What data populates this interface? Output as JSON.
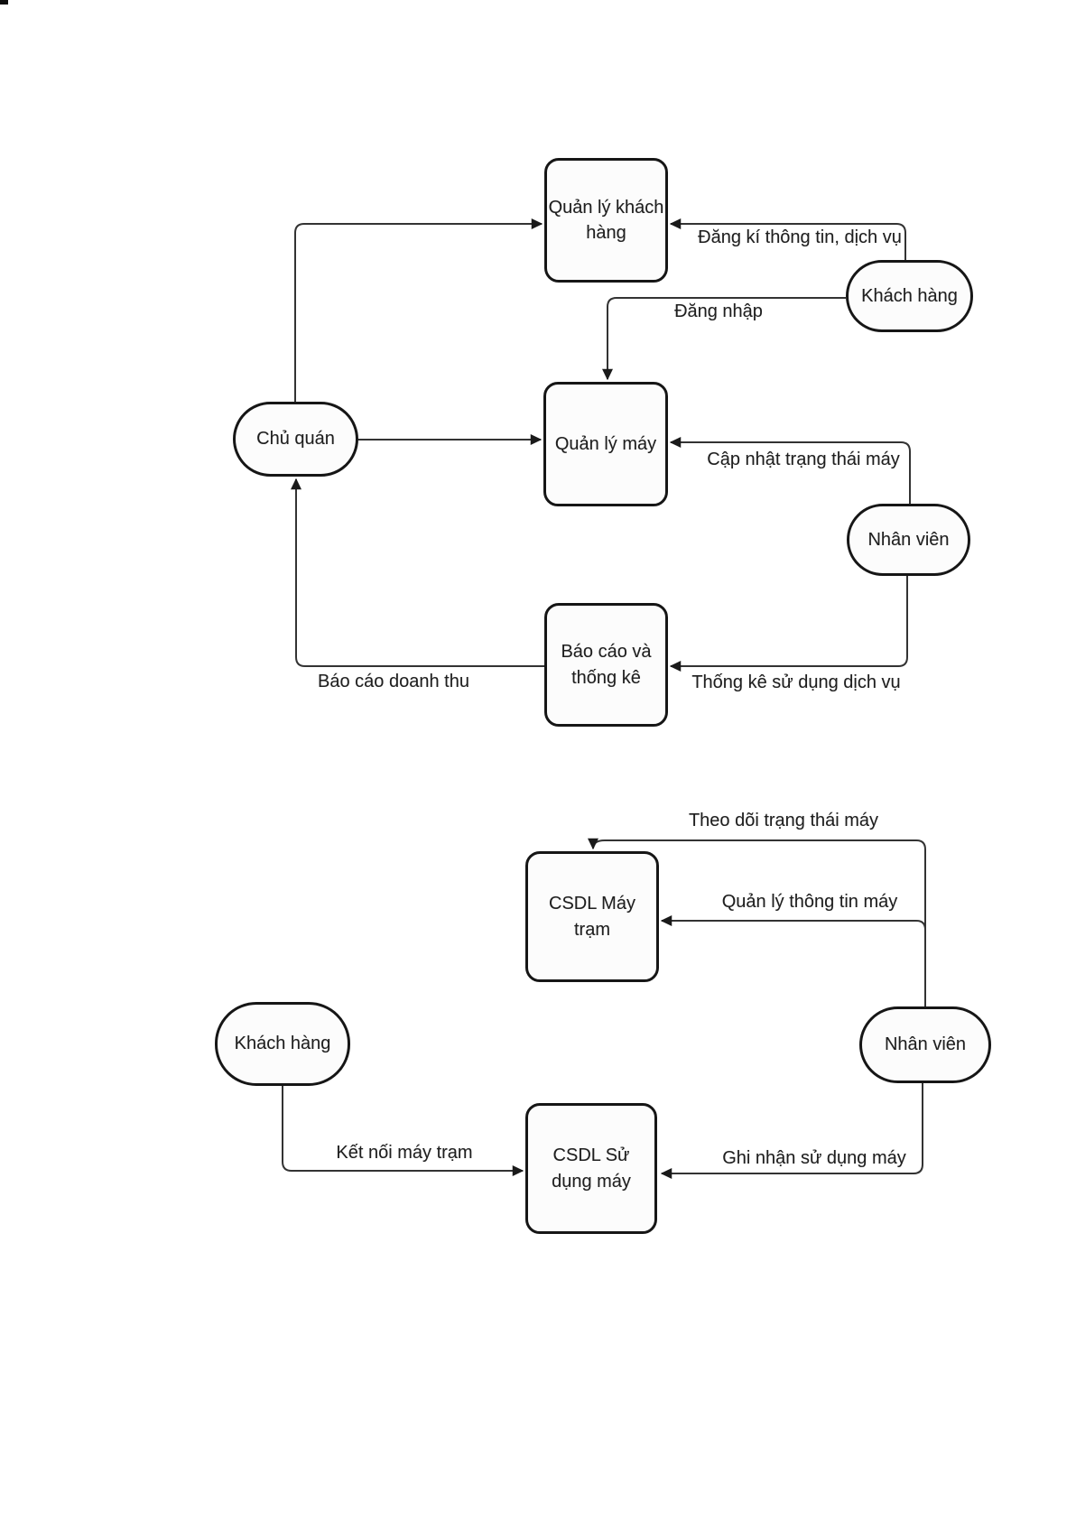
{
  "page": {
    "background": "#ffffff",
    "line_color": "#333333",
    "arrow_color": "#1a1a1a",
    "node_border_color": "#161616",
    "node_fill_color": "#fcfcfc",
    "text_color": "#1f1f1f"
  },
  "diagram1": {
    "processes": [
      {
        "label": "Quản lý khách hàng"
      },
      {
        "label": "Quản lý máy"
      },
      {
        "label": "Báo cáo và thống kê"
      }
    ],
    "actors": [
      {
        "label": "Khách hàng"
      },
      {
        "label": "Chủ quán"
      },
      {
        "label": "Nhân viên"
      }
    ],
    "flows": [
      {
        "label": "Đăng kí thông tin, dịch vụ"
      },
      {
        "label": "Đăng nhập"
      },
      {
        "label": "Cập nhật trạng thái máy"
      },
      {
        "label": "Thống kê sử dụng dịch vụ"
      },
      {
        "label": "Báo cáo doanh thu"
      }
    ]
  },
  "diagram2": {
    "stores": [
      {
        "label": "CSDL Máy trạm"
      },
      {
        "label": "CSDL Sử dụng máy"
      }
    ],
    "actors": [
      {
        "label": "Khách hàng"
      },
      {
        "label": "Nhân viên"
      }
    ],
    "flows": [
      {
        "label": "Theo dõi trạng thái máy"
      },
      {
        "label": "Quản lý thông tin máy"
      },
      {
        "label": "Kết nối máy trạm"
      },
      {
        "label": "Ghi nhận sử dụng máy"
      }
    ]
  }
}
